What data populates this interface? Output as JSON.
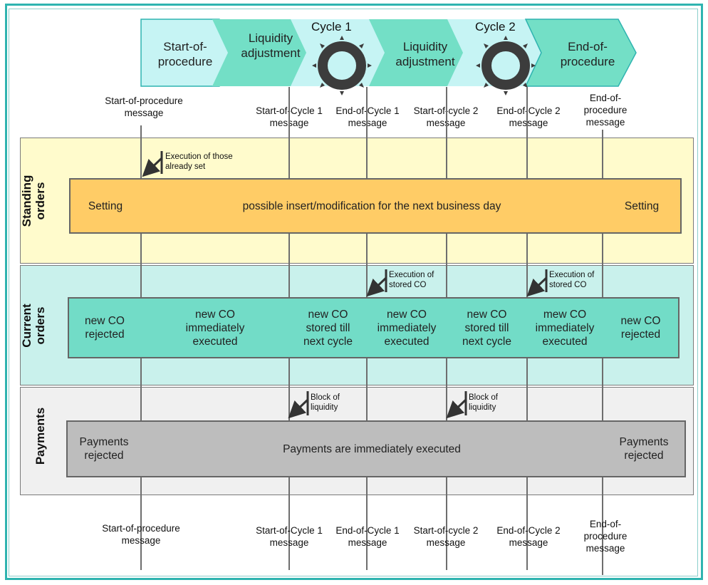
{
  "phases": {
    "start": "Start-of-\nprocedure",
    "liq1": "Liquidity\nadjustment",
    "cycle1": "Cycle 1",
    "liq2": "Liquidity\nadjustment",
    "cycle2": "Cycle 2",
    "end": "End-of-\nprocedure"
  },
  "messages_top": {
    "start": "Start-of-procedure\nmessage",
    "soc1": "Start-of-Cycle 1\nmessage",
    "eoc1": "End-of-Cycle 1\nmessage",
    "soc2": "Start-of-cycle 2\nmessage",
    "eoc2": "End-of-Cycle 2\nmessage",
    "end": "End-of-\nprocedure\nmessage"
  },
  "messages_bottom": {
    "start": "Start-of-procedure\nmessage",
    "soc1": "Start-of-Cycle 1\nmessage",
    "eoc1": "End-of-Cycle 1\nmessage",
    "soc2": "Start-of-cycle 2\nmessage",
    "eoc2": "End-of-Cycle 2\nmessage",
    "end": "End-of-\nprocedure\nmessage"
  },
  "standing": {
    "label": "Standing\norders",
    "note": "Execution of those\nalready set",
    "setting_left": "Setting",
    "middle": "possible insert/modification for the next business day",
    "setting_right": "Setting"
  },
  "current": {
    "label": "Current\norders",
    "note1": "Execution of\nstored CO",
    "note2": "Execution of\nstored CO",
    "cells": [
      "new CO\nrejected",
      "new CO\nimmediately\nexecuted",
      "new CO\nstored till\nnext cycle",
      "new CO\nimmediately\nexecuted",
      "new CO\nstored till\nnext  cycle",
      "mew CO\nimmediately\nexecuted",
      "new CO\nrejected"
    ]
  },
  "payments": {
    "label": "Payments",
    "note1": "Block of\nliquidity",
    "note2": "Block of\nliquidity",
    "rejected_left": "Payments\nrejected",
    "middle": "Payments are immediately executed",
    "rejected_right": "Payments\nrejected"
  },
  "colors": {
    "frame": "#2fb4b0",
    "standing_band": "#fffbcc",
    "standing_bar": "#ffcc66",
    "current_band": "#c9f1ec",
    "current_bar": "#72dcc7",
    "payments_band": "#f0f0f0",
    "payments_bar": "#bdbdbd",
    "chevron_light": "#c6f4f4",
    "chevron_dark": "#73dfc6"
  }
}
